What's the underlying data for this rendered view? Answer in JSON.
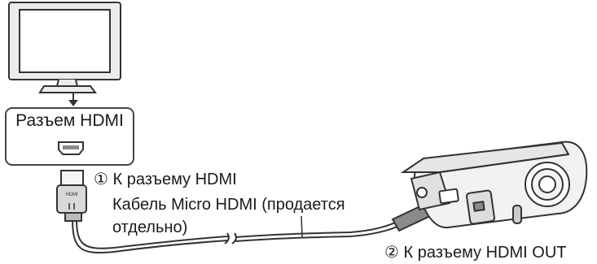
{
  "labels": {
    "port_box": "Разъем HDMI",
    "step1": "① К разъему HDMI",
    "cable_line1": "Кабель Micro HDMI (продается",
    "cable_line2": "отдельно)",
    "step2": "② К разъему HDMI OUT"
  },
  "plug_marking": "HDMI",
  "icons": [
    "tv-icon",
    "hdmi-port-icon",
    "hdmi-plug-icon",
    "micro-hdmi-plug-icon",
    "camera-icon",
    "arrow-icon"
  ],
  "colors": {
    "line": "#333333",
    "fill_light": "#f4f4f4",
    "fill_mid": "#d9d9d9",
    "fill_dark": "#8a8a8a"
  }
}
